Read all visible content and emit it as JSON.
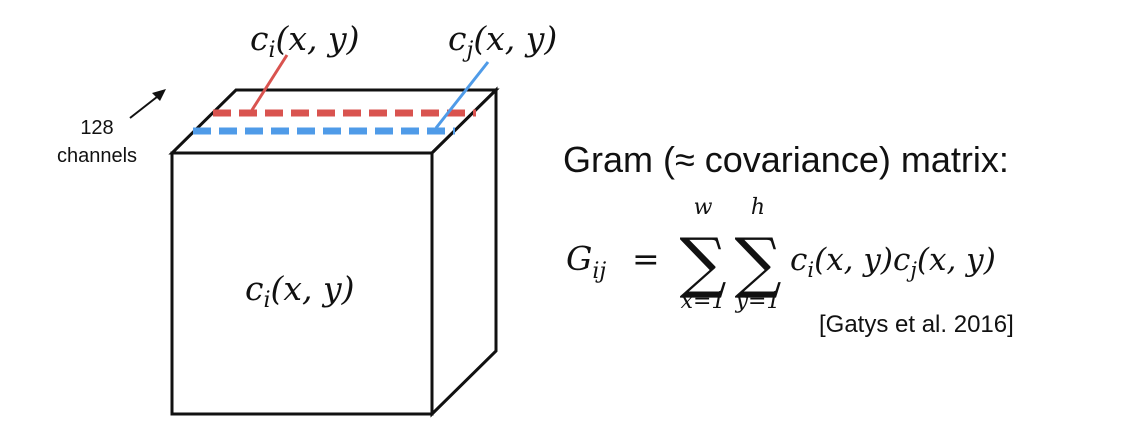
{
  "cube": {
    "channels_label_line1": "128",
    "channels_label_line2": "channels",
    "front_label": {
      "base": "c",
      "sub": "i",
      "args": "(x, y)"
    }
  },
  "slices": {
    "red": {
      "base": "c",
      "sub": "i",
      "args": "(x, y)",
      "color": "#d9534f"
    },
    "blue": {
      "base": "c",
      "sub": "j",
      "args": "(x, y)",
      "color": "#4f9be8"
    }
  },
  "formula": {
    "heading": "Gram (≈ covariance) matrix:",
    "lhs_base": "G",
    "lhs_sub": "ij",
    "equals": "=",
    "sum_symbol": "∑",
    "sum1_upper": "w",
    "sum1_lower": "x=1",
    "sum2_upper": "h",
    "sum2_lower": "y=1",
    "term1_base": "c",
    "term1_sub": "i",
    "term1_args": "(x, y)",
    "term2_base": "c",
    "term2_sub": "j",
    "term2_args": "(x, y)",
    "citation": "[Gatys et al. 2016]"
  }
}
